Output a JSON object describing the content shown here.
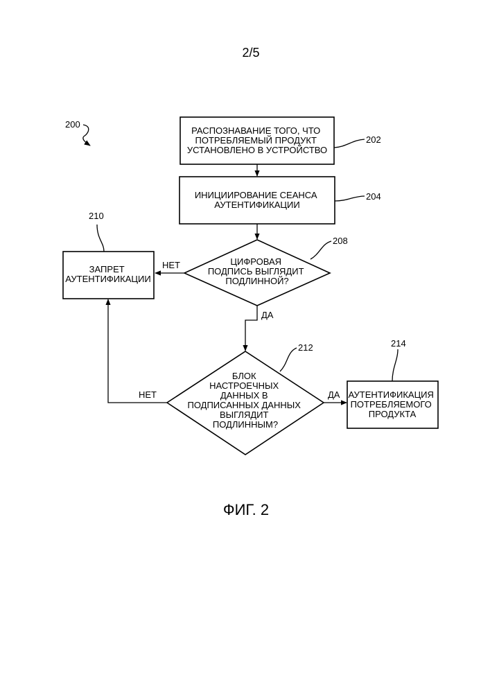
{
  "page_number": "2/5",
  "figure_caption": "ФИГ. 2",
  "diagram": {
    "ref": "200",
    "nodes": {
      "n202": {
        "ref": "202",
        "lines": [
          "РАСПОЗНАВАНИЕ ТОГО, ЧТО",
          "ПОТРЕБЛЯЕМЫЙ ПРОДУКТ",
          "УСТАНОВЛЕНО В УСТРОЙСТВО"
        ]
      },
      "n204": {
        "ref": "204",
        "lines": [
          "ИНИЦИИРОВАНИЕ СЕАНСА",
          "АУТЕНТИФИКАЦИИ"
        ]
      },
      "n208": {
        "ref": "208",
        "lines": [
          "ЦИФРОВАЯ",
          "ПОДПИСЬ ВЫГЛЯДИТ",
          "ПОДЛИННОЙ?"
        ]
      },
      "n210": {
        "ref": "210",
        "lines": [
          "ЗАПРЕТ",
          "АУТЕНТИФИКАЦИИ"
        ]
      },
      "n212": {
        "ref": "212",
        "lines": [
          "БЛОК",
          "НАСТРОЕЧНЫХ",
          "ДАННЫХ В",
          "ПОДПИСАННЫХ ДАННЫХ",
          "ВЫГЛЯДИТ",
          "ПОДЛИННЫМ?"
        ]
      },
      "n214": {
        "ref": "214",
        "lines": [
          "АУТЕНТИФИКАЦИЯ",
          "ПОТРЕБЛЯЕМОГО",
          "ПРОДУКТА"
        ]
      }
    },
    "edge_labels": {
      "no_208": "НЕТ",
      "yes_208": "ДА",
      "no_212": "НЕТ",
      "yes_212": "ДА"
    }
  }
}
